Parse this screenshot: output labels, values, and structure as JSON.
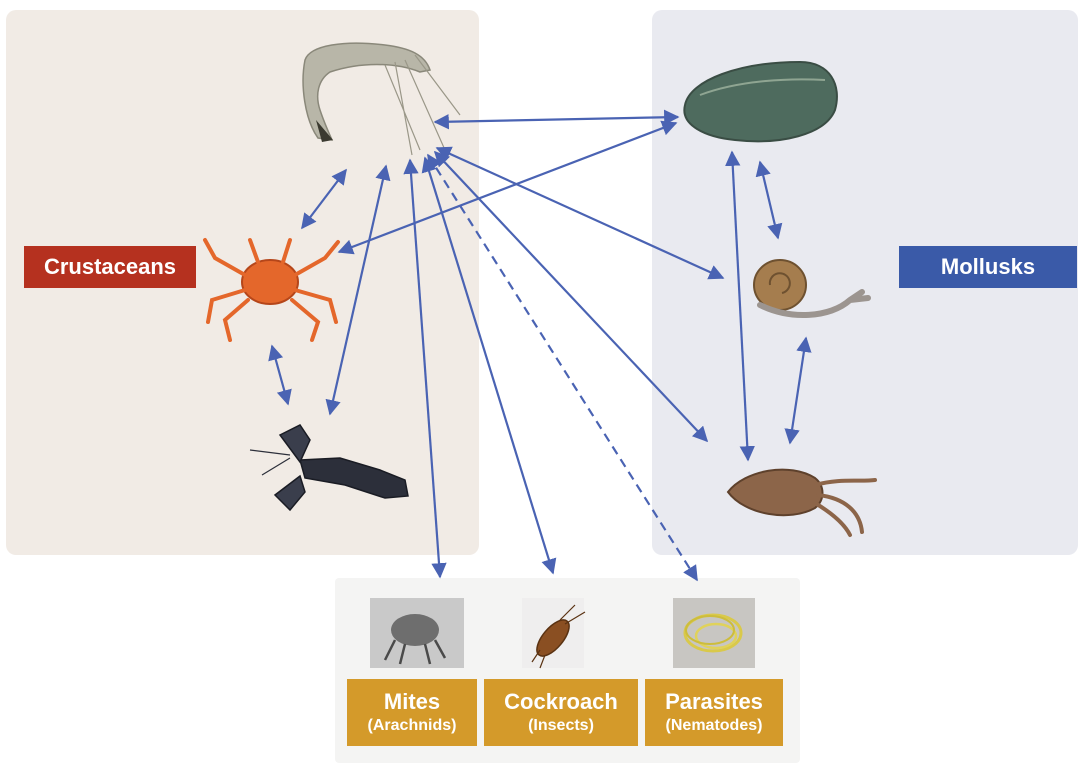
{
  "groups": {
    "crustaceans": "Crustaceans",
    "mollusks": "Mollusks"
  },
  "categories": [
    {
      "name": "Mites",
      "sub": "(Arachnids)"
    },
    {
      "name": "Cockroach",
      "sub": "(Insects)"
    },
    {
      "name": "Parasites",
      "sub": "(Nematodes)"
    }
  ],
  "colors": {
    "crustaceans": "#b5311f",
    "mollusks": "#3a5aa8",
    "categories": "#d49a2a",
    "arrows": "#4a63b3"
  },
  "icons": [
    "shrimp-icon",
    "crab-icon",
    "lobster-icon",
    "mussel-icon",
    "snail-icon",
    "squid-icon",
    "mite-icon",
    "cockroach-icon",
    "nematode-icon"
  ]
}
